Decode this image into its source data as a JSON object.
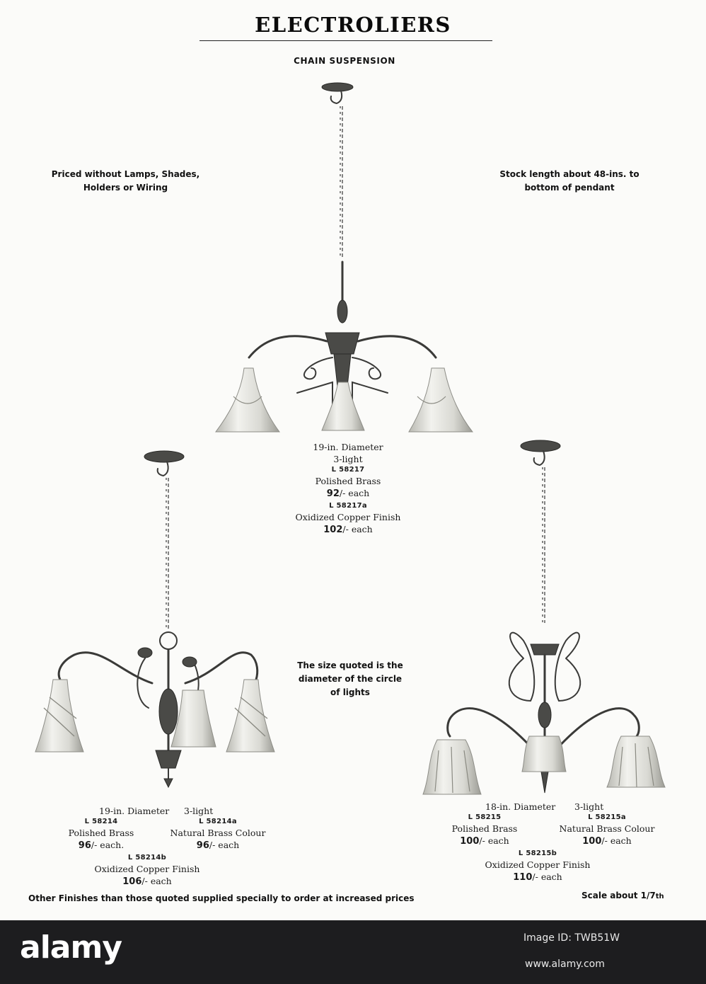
{
  "header": {
    "title": "ELECTROLIERS",
    "subtitle": "CHAIN SUSPENSION"
  },
  "notes": {
    "left": [
      "Priced without Lamps, Shades,",
      "Holders or Wiring"
    ],
    "right": [
      "Stock length about 48-ins. to",
      "bottom of pendant"
    ],
    "center": [
      "The size quoted is the",
      "diameter of the circle",
      "of lights"
    ]
  },
  "items": {
    "top": {
      "diameter": "19-in. Diameter",
      "lights": "3-light",
      "code1": "L 58217",
      "finish1": "Polished Brass",
      "price1": "92",
      "each1": "/- each",
      "code2": "L 58217a",
      "finish2": "Oxidized Copper Finish",
      "price2": "102",
      "each2": "/- each"
    },
    "left": {
      "diameter": "19-in. Diameter",
      "lights": "3-light",
      "code1": "L 58214",
      "finish1": "Polished Brass",
      "price1": "96",
      "each1": "/- each.",
      "code2": "L 58214a",
      "finish2": "Natural Brass Colour",
      "price2": "96",
      "each2": "/- each",
      "code3": "L 58214b",
      "finish3": "Oxidized Copper Finish",
      "price3": "106",
      "each3": "/- each"
    },
    "right": {
      "diameter": "18-in. Diameter",
      "lights": "3-light",
      "code1": "L 58215",
      "finish1": "Polished Brass",
      "price1": "100",
      "each1": "/- each",
      "code2": "L 58215a",
      "finish2": "Natural Brass Colour",
      "price2": "100",
      "each2": "/- each",
      "code3": "L 58215b",
      "finish3": "Oxidized Copper Finish",
      "price3": "110",
      "each3": "/- each"
    }
  },
  "footer": {
    "left": "Other Finishes than those quoted supplied specially to order at increased prices",
    "scale": "Scale about 1/7",
    "scale_sup": "th"
  },
  "watermark": {
    "brand": "alamy",
    "image_id": "Image ID: TWB51W",
    "site": "www.alamy.com"
  }
}
